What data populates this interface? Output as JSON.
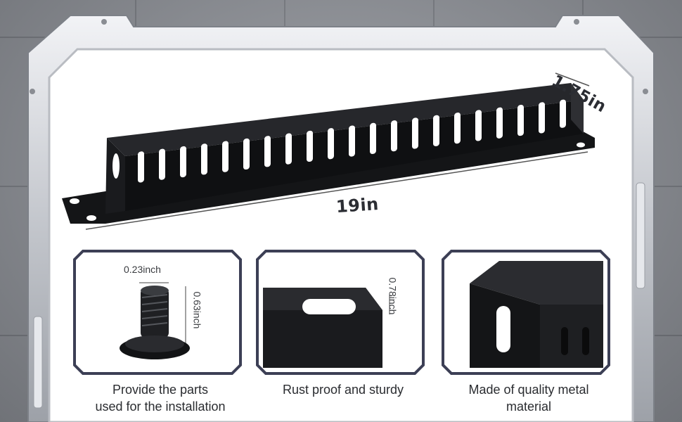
{
  "dimensions": {
    "length": "19in",
    "height": "1.75in"
  },
  "features": [
    {
      "caption_lines": [
        "Provide the parts",
        "used for the installation"
      ],
      "dim_width": "0.23inch",
      "dim_height": "0.63inch",
      "image": "screw-icon"
    },
    {
      "caption_lines": [
        "Rust proof and sturdy"
      ],
      "dim_slot": "0.78inch",
      "image": "mounting-ear-closeup"
    },
    {
      "caption_lines": [
        "Made of quality metal",
        "material"
      ],
      "image": "finger-duct-closeup"
    }
  ],
  "colors": {
    "product": "#1b1c1f",
    "frame": "#d9dbe0",
    "text": "#2a2c30"
  }
}
